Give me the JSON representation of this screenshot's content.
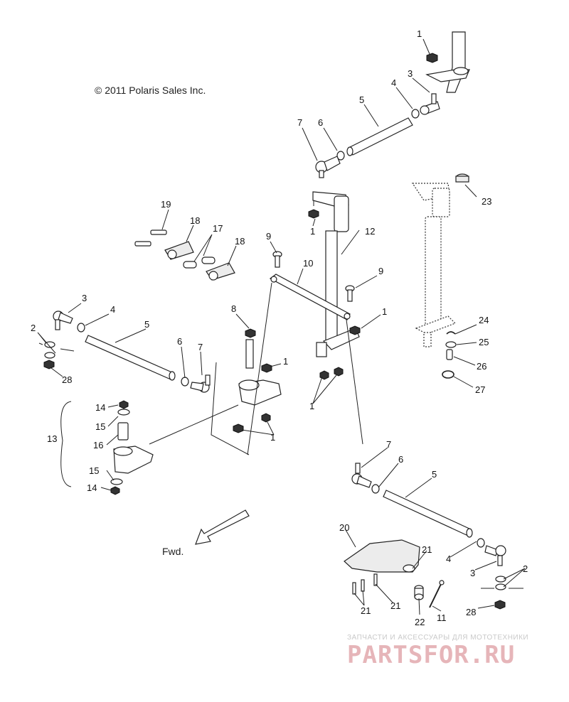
{
  "copyright": "© 2011 Polaris Sales Inc.",
  "direction_label": "Fwd.",
  "watermark": {
    "tagline": "ЗАПЧАСТИ И АКСЕССУАРЫ ДЛЯ МОТОТЕХНИКИ",
    "brand": "PARTSFOR.RU"
  },
  "callouts": {
    "c1a": "1",
    "c3a": "3",
    "c4a": "4",
    "c5a": "5",
    "c6a": "6",
    "c7a": "7",
    "c23": "23",
    "c19": "19",
    "c18a": "18",
    "c17": "17",
    "c18b": "18",
    "c9a": "9",
    "c1b": "1",
    "c12": "12",
    "c10": "10",
    "c9b": "9",
    "c1c": "1",
    "c24": "24",
    "c25": "25",
    "c26": "26",
    "c27": "27",
    "c3b": "3",
    "c4b": "4",
    "c5b": "5",
    "c2a": "2",
    "c28a": "28",
    "c8": "8",
    "c1d": "1",
    "c6b": "6",
    "c7b": "7",
    "c1e": "1",
    "c1f": "1",
    "c14a": "14",
    "c15a": "15",
    "c16": "16",
    "c13": "13",
    "c15b": "15",
    "c14b": "14",
    "c7c": "7",
    "c6c": "6",
    "c5c": "5",
    "c20": "20",
    "c21a": "21",
    "c4c": "4",
    "c3c": "3",
    "c2b": "2",
    "c21b": "21",
    "c21c": "21",
    "c22": "22",
    "c11": "11",
    "c28b": "28"
  }
}
